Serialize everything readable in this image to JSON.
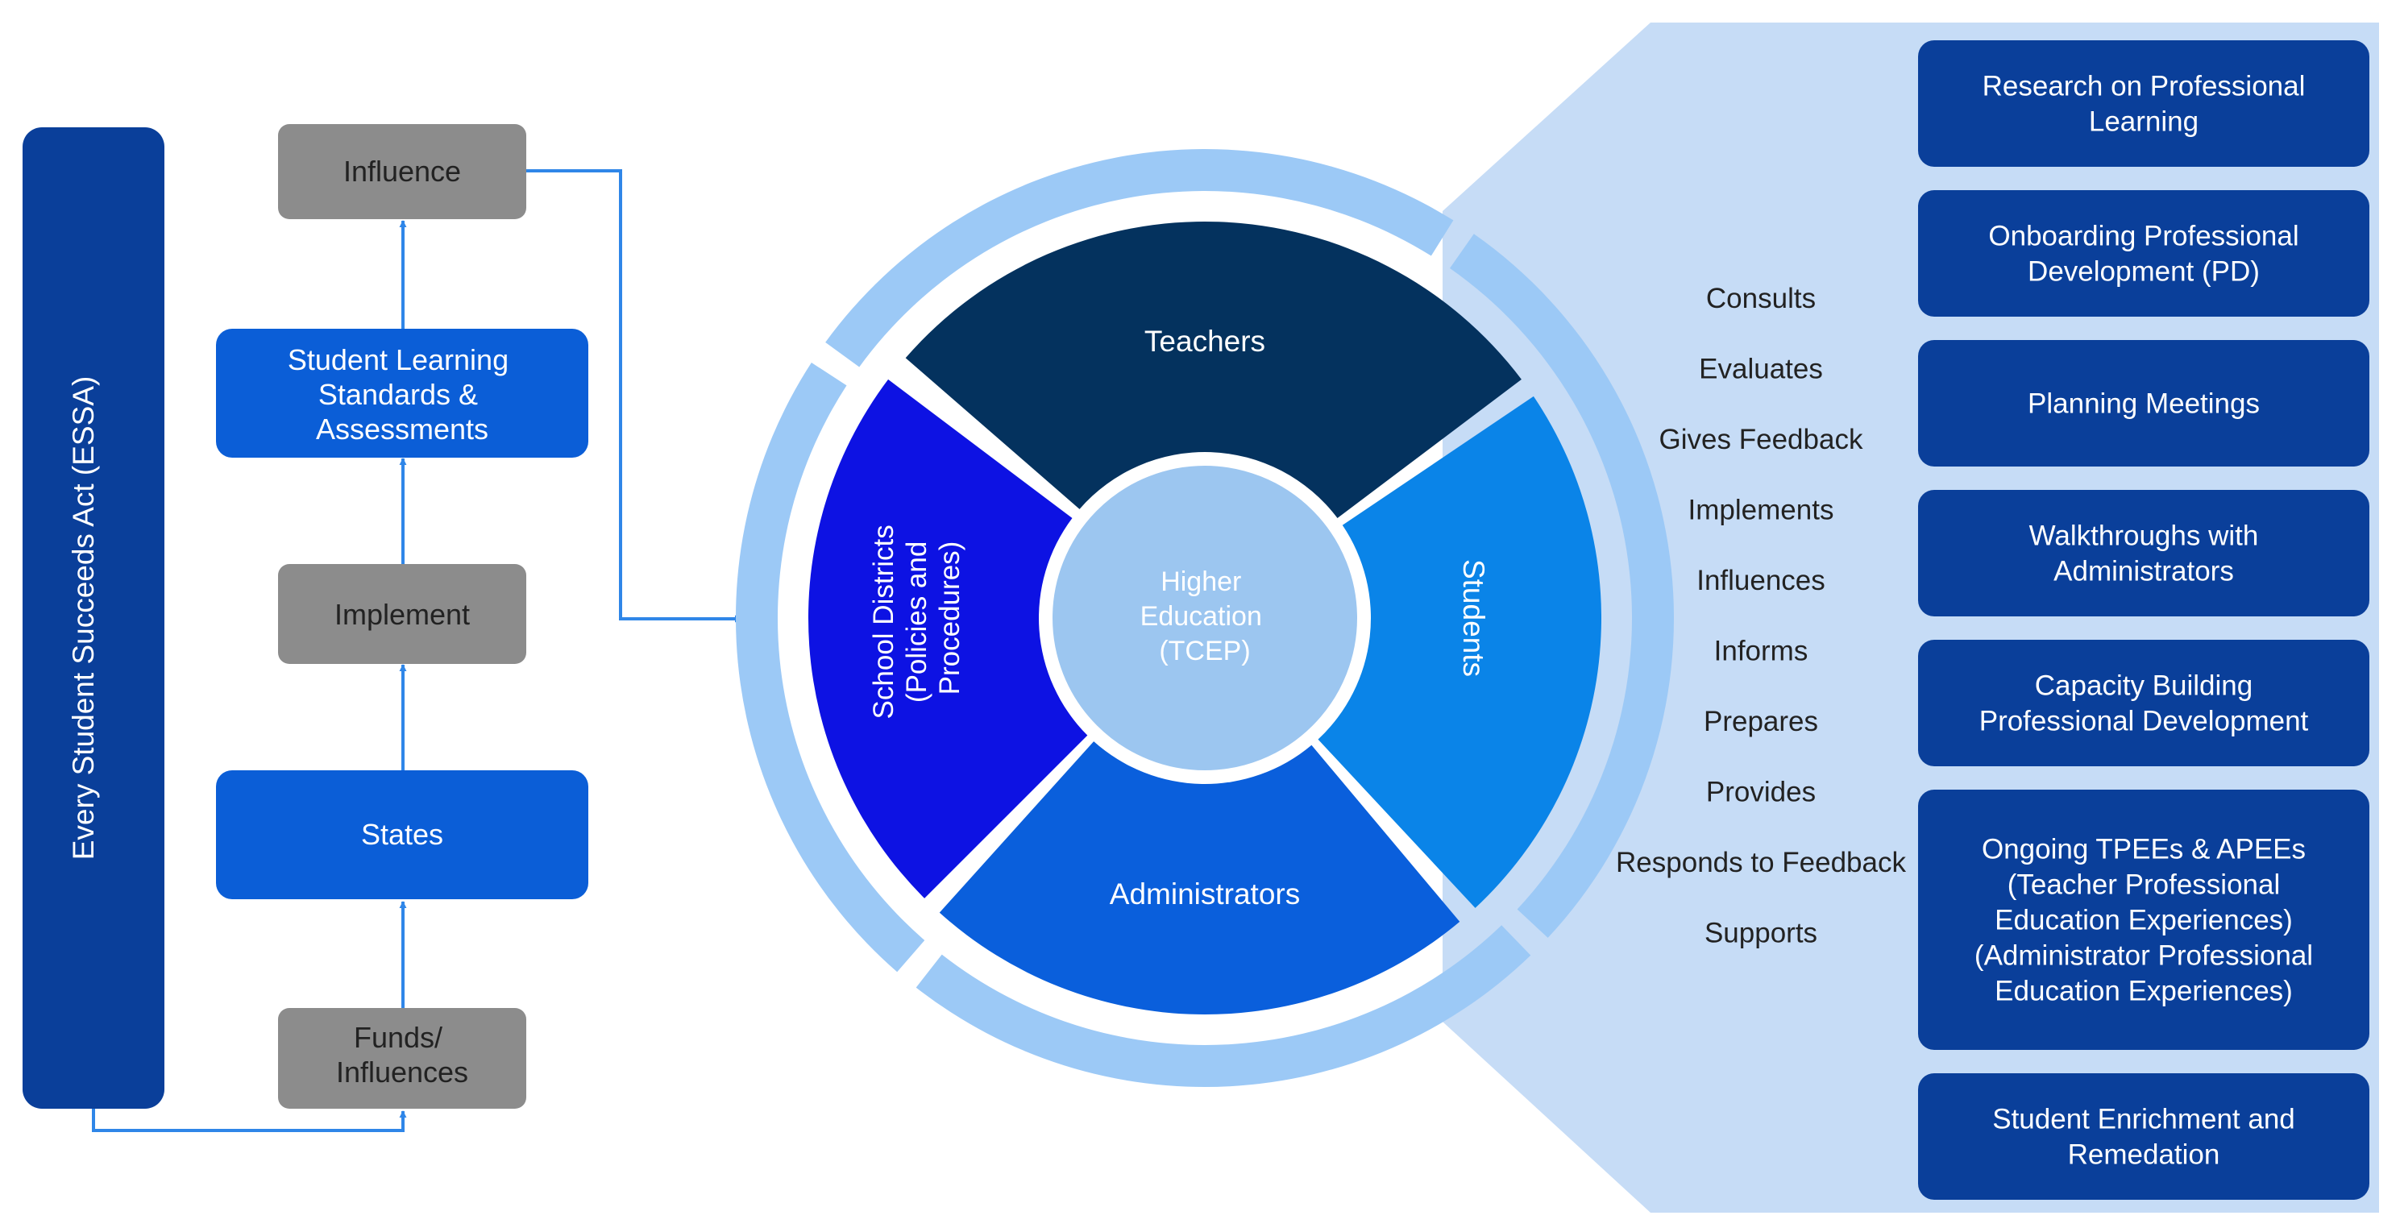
{
  "colors": {
    "essa_bar": "#0a3f9a",
    "grey_box": "#8c8c8c",
    "blue_box": "#0b5ed7",
    "teachers": "#04325e",
    "students": "#0a84e8",
    "administrators": "#0a5fdc",
    "school_districts": "#0d12e3",
    "center": "#9cc6f0",
    "outer_ring": "#9cc9f6",
    "panel": "#c6dcf6",
    "right_box": "#0a3f9a",
    "arrow": "#2f86e8"
  },
  "essa_label": "Every Student Succeeds Act (ESSA)",
  "flow": {
    "influence": "Influence",
    "standards": [
      "Student Learning",
      "Standards &",
      "Assessments"
    ],
    "implement": "Implement",
    "states": "States",
    "funds": [
      "Funds/",
      "Influences"
    ]
  },
  "wheel": {
    "teachers": "Teachers",
    "students": "Students",
    "administrators": "Administrators",
    "school_districts": [
      "School Districts",
      "(Policies and",
      "Procedures)"
    ],
    "center": [
      "Higher",
      "Education",
      "(TCEP)"
    ]
  },
  "verbs": [
    "Consults",
    "Evaluates",
    "Gives Feedback",
    "Implements",
    "Influences",
    "Informs",
    "Prepares",
    "Provides",
    "Responds to Feedback",
    "Supports"
  ],
  "activities": [
    [
      "Research on Professional",
      "Learning"
    ],
    [
      "Onboarding Professional",
      "Development (PD)"
    ],
    [
      "Planning Meetings"
    ],
    [
      "Walkthroughs with",
      "Administrators"
    ],
    [
      "Capacity Building",
      "Professional Development"
    ],
    [
      "Ongoing TPEEs & APEEs",
      "(Teacher Professional",
      "Education Experiences)",
      "(Administrator Professional",
      "Education Experiences)"
    ],
    [
      "Student Enrichment and",
      "Remedation"
    ]
  ]
}
